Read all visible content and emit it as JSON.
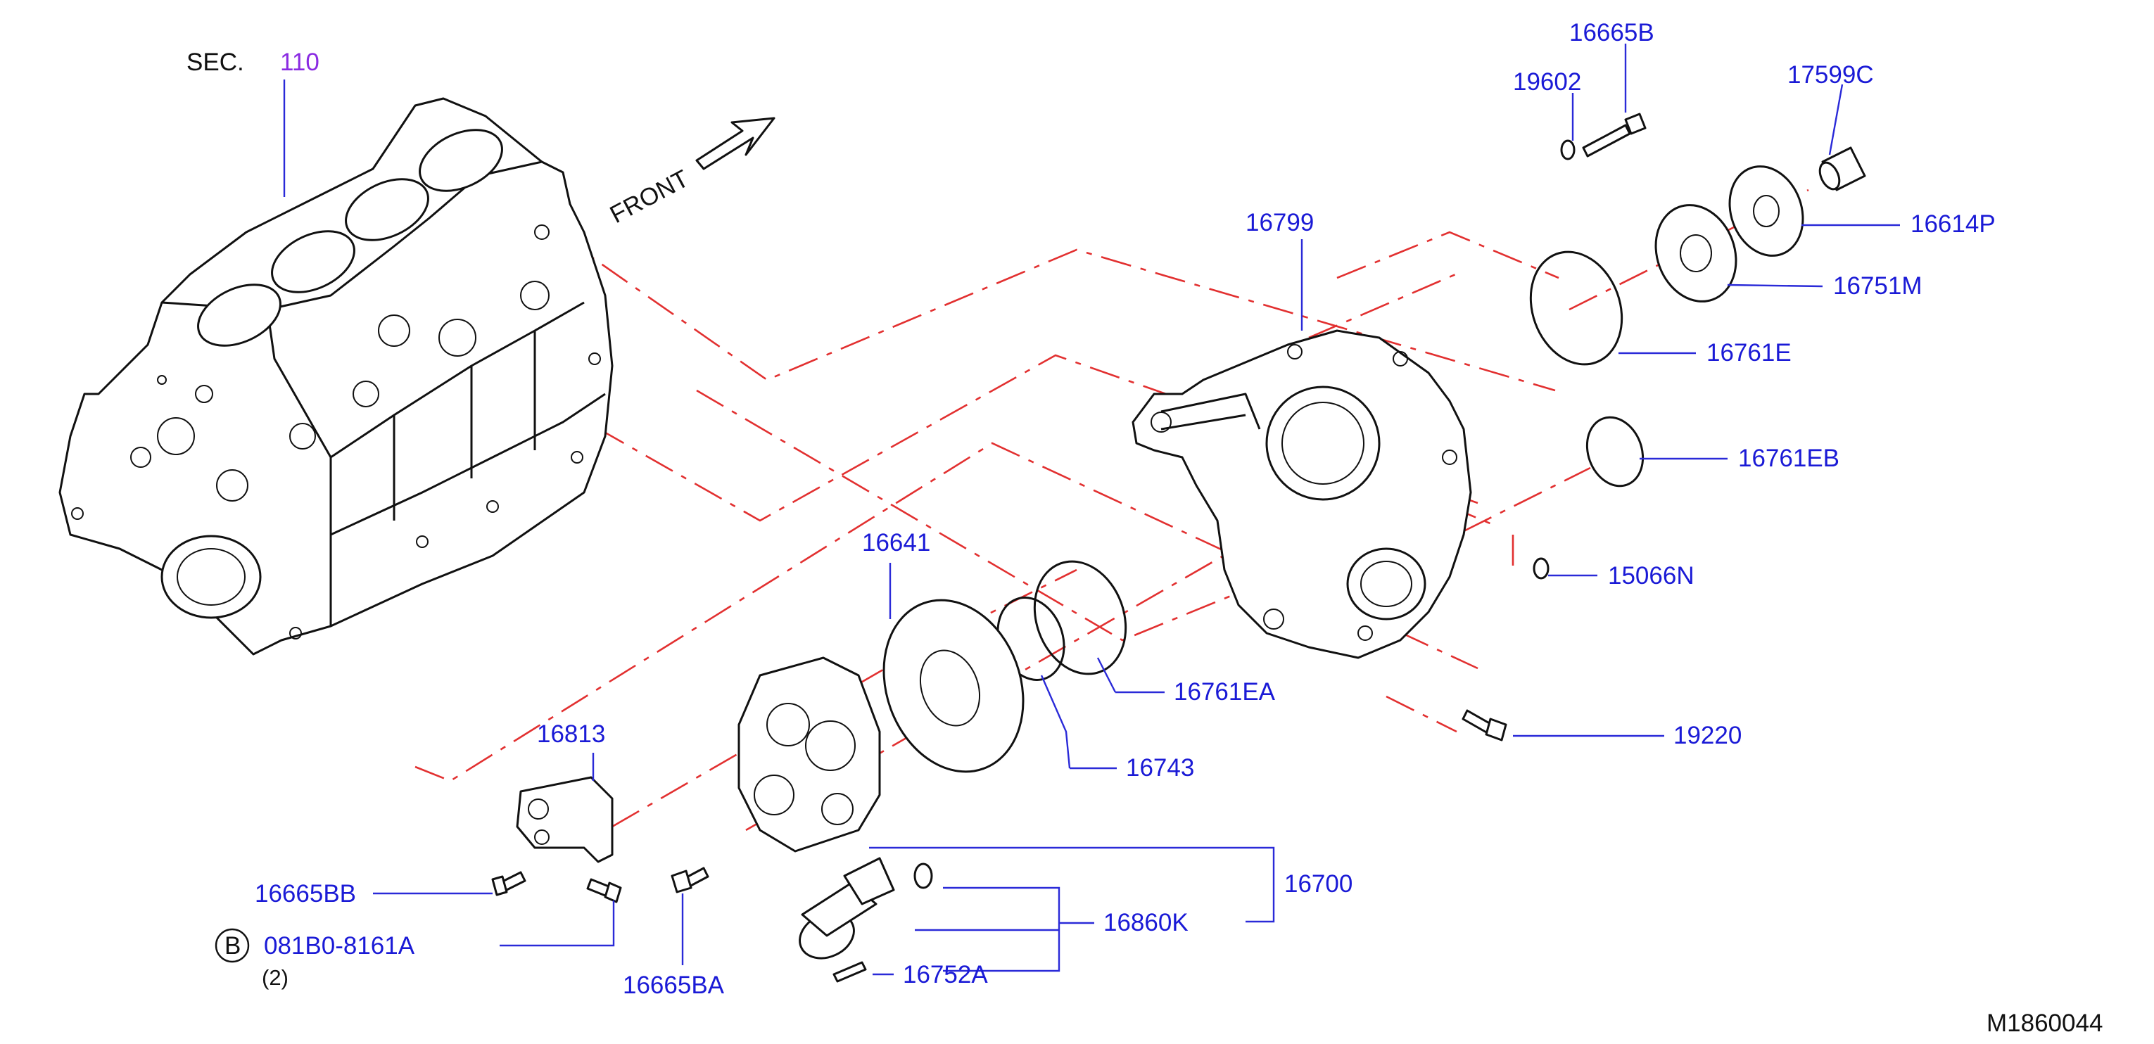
{
  "section_ref": {
    "prefix": "SEC.",
    "number": "110"
  },
  "front_label": "FRONT",
  "part_numbers": {
    "p16665B": "16665B",
    "p19602": "19602",
    "p17599C": "17599C",
    "p16614P": "16614P",
    "p16751M": "16751M",
    "p16761E": "16761E",
    "p16799": "16799",
    "p16761EB": "16761EB",
    "p15066N": "15066N",
    "p16641": "16641",
    "p16761EA": "16761EA",
    "p19220": "19220",
    "p16743": "16743",
    "p16813": "16813",
    "p16700": "16700",
    "p16860K": "16860K",
    "p16665BB": "16665BB",
    "p081B0": "081B0-8161A",
    "qty": "(2)",
    "p16665BA": "16665BA",
    "p16752A": "16752A"
  },
  "bolt_callout_letter": "B",
  "drawing_id": "M1860044",
  "colors": {
    "label": "#1a1ad6",
    "section_number": "#8a2be2",
    "phantom_line": "#e23030",
    "line": "#111111"
  }
}
